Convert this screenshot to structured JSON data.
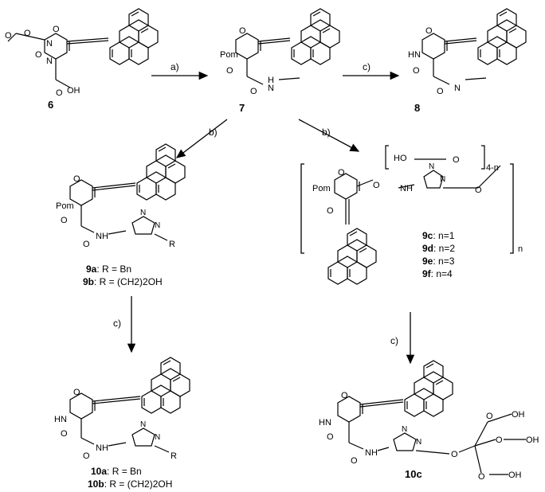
{
  "compounds": {
    "c6": "6",
    "c7": "7",
    "c8": "8",
    "c9a": "9a",
    "c9a_r": ": R = Bn",
    "c9b": "9b",
    "c9b_r": ": R = (CH2)2OH",
    "c9c": "9c",
    "c9c_n": ":  n=1",
    "c9d": "9d",
    "c9d_n": ":  n=2",
    "c9e": "9e",
    "c9e_n": ":  n=3",
    "c9f": "9f",
    "c9f_n": ":  n=4",
    "c10a": "10a",
    "c10a_r": ": R = Bn",
    "c10b": "10b",
    "c10b_r": ": R = (CH2)2OH",
    "c10c": "10c"
  },
  "reagents": {
    "a": "a)",
    "b1": "b)",
    "b2": "b)",
    "c1": "c)",
    "c2": "c)",
    "c3": "c)"
  },
  "atoms": {
    "O": "O",
    "OH": "OH",
    "HO": "HO",
    "N": "N",
    "NH": "NH",
    "HN": "HN",
    "H": "H",
    "Pom": "Pom",
    "R": "R",
    "n": "n",
    "four_minus_n": "4-n"
  }
}
